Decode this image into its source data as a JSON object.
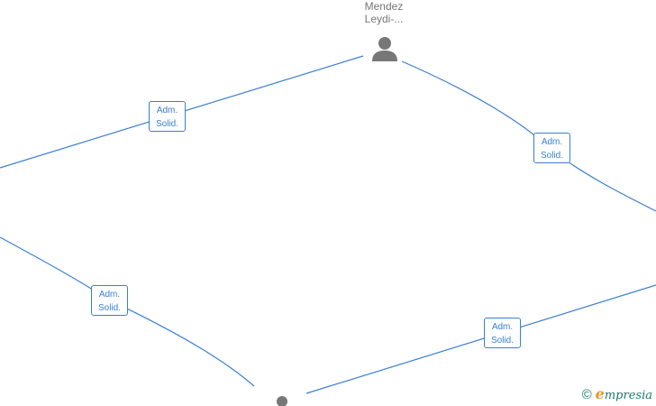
{
  "nodes": [
    {
      "id": "top-person",
      "label_line1": "Mendez",
      "label_line2": "Leydi-..."
    },
    {
      "id": "bottom-person",
      "label_line1": "",
      "label_line2": ""
    }
  ],
  "edges": [
    {
      "label_line1": "Adm.",
      "label_line2": "Solid."
    },
    {
      "label_line1": "Adm.",
      "label_line2": "Solid."
    },
    {
      "label_line1": "Adm.",
      "label_line2": "Solid."
    },
    {
      "label_line1": "Adm.",
      "label_line2": "Solid."
    }
  ],
  "watermark": {
    "copyright_symbol": "©",
    "brand_first_letter": "e",
    "brand_rest": "mpresia"
  },
  "colors": {
    "edge": "#3a7fd0",
    "person_icon": "#777777",
    "brand_teal": "#1a7a6a",
    "brand_orange": "#e8962a"
  },
  "icons": [
    "person-icon",
    "copyright-icon"
  ]
}
